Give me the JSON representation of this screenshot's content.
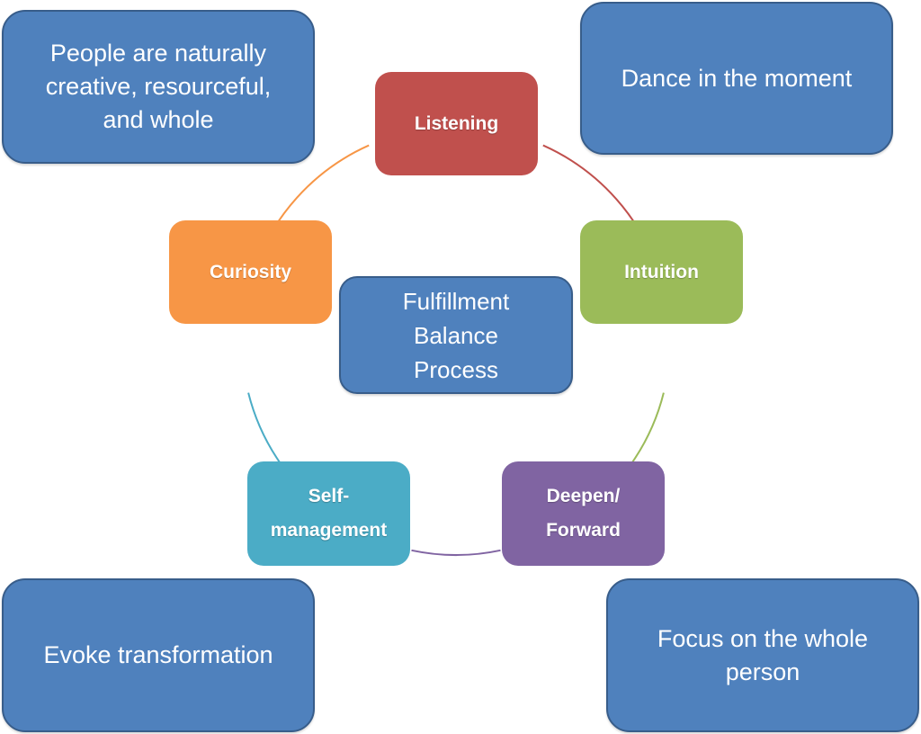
{
  "diagram": {
    "type": "cycle",
    "center": {
      "lines": [
        "Fulfillment",
        "Balance",
        "Process"
      ]
    },
    "cycle_nodes": [
      {
        "id": "listening",
        "label_lines": [
          "Listening"
        ],
        "color": "#c0504d"
      },
      {
        "id": "intuition",
        "label_lines": [
          "Intuition"
        ],
        "color": "#9bbb59"
      },
      {
        "id": "deepen-forward",
        "label_lines": [
          "Deepen/",
          "Forward"
        ],
        "color": "#8064a2"
      },
      {
        "id": "self-management",
        "label_lines": [
          "Self-",
          "management"
        ],
        "color": "#4bacc6"
      },
      {
        "id": "curiosity",
        "label_lines": [
          "Curiosity"
        ],
        "color": "#f79646"
      }
    ],
    "corner_boxes": [
      {
        "id": "top-left",
        "lines": [
          "People are naturally",
          "creative, resourceful,",
          "and whole"
        ]
      },
      {
        "id": "top-right",
        "lines": [
          "Dance in the moment"
        ]
      },
      {
        "id": "bottom-left",
        "lines": [
          "Evoke transformation"
        ]
      },
      {
        "id": "bottom-right",
        "lines": [
          "Focus on the whole",
          "person"
        ]
      }
    ],
    "colors": {
      "corner_fill": "#4f81bd",
      "corner_border": "#385d8a"
    }
  }
}
